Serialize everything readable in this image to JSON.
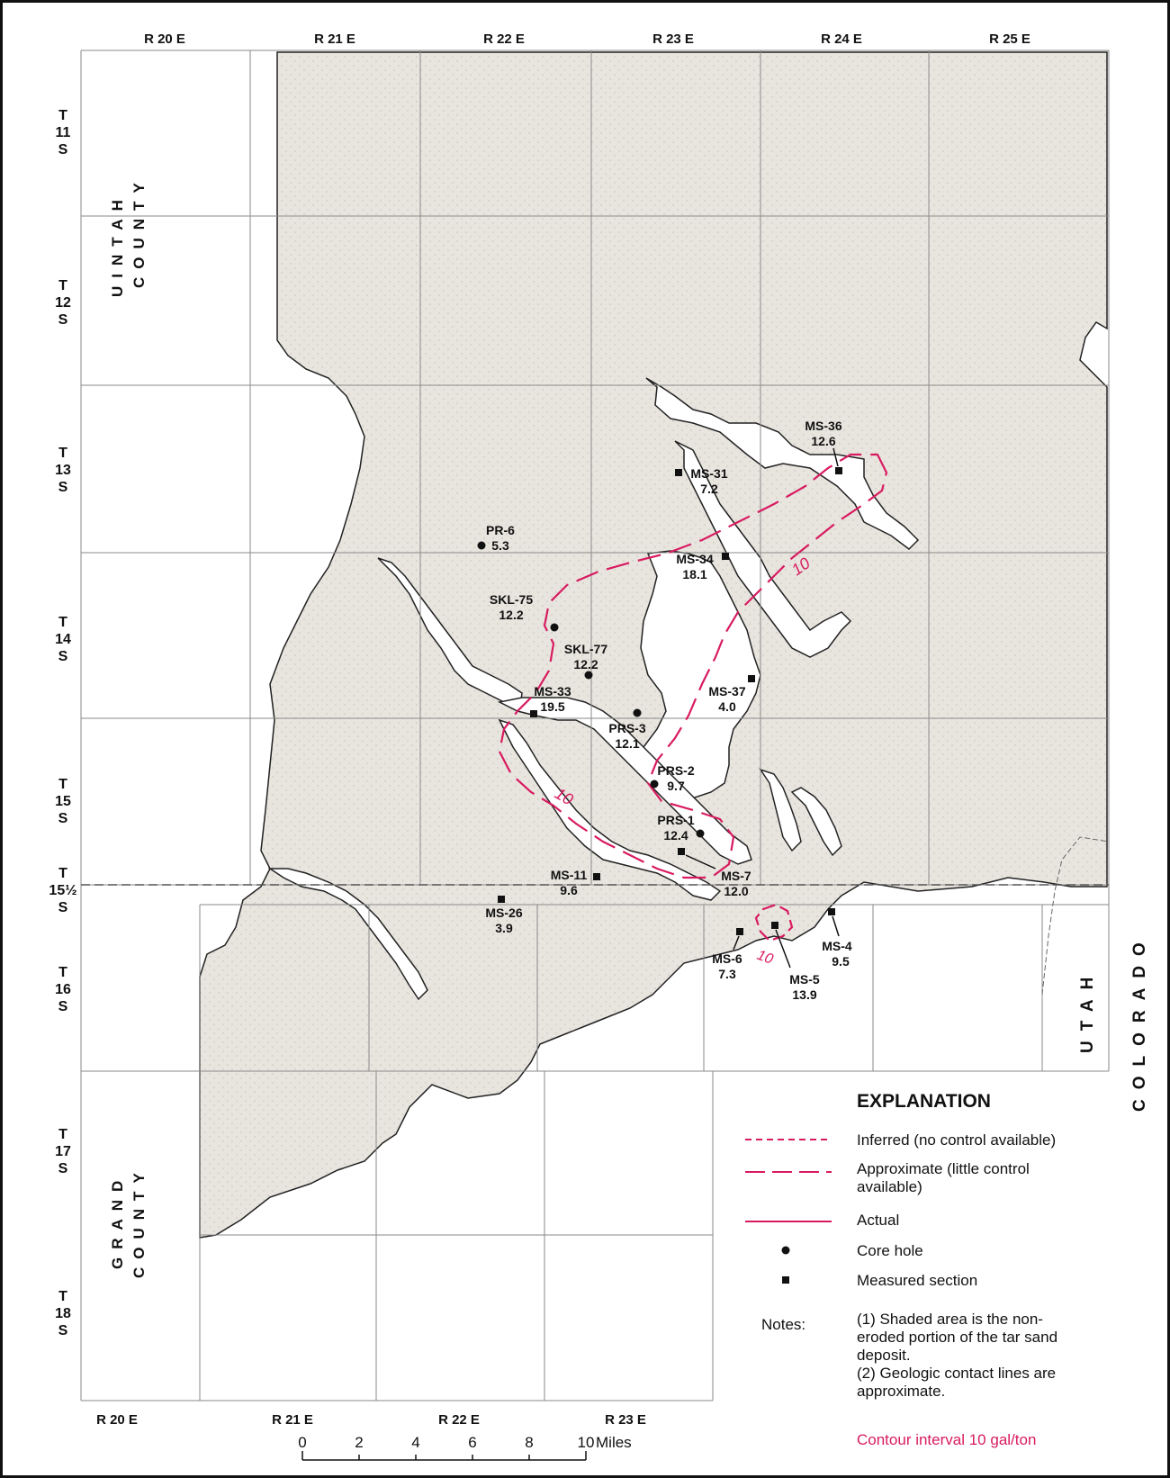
{
  "ranges_top": [
    "R 20 E",
    "R 21 E",
    "R 22 E",
    "R 23 E",
    "R 24 E",
    "R 25 E"
  ],
  "ranges_bottom": [
    "R 20 E",
    "R 21 E",
    "R 22 E",
    "R 23 E"
  ],
  "townships": [
    {
      "t": "T",
      "n": "11",
      "s": "S"
    },
    {
      "t": "T",
      "n": "12",
      "s": "S"
    },
    {
      "t": "T",
      "n": "13",
      "s": "S"
    },
    {
      "t": "T",
      "n": "14",
      "s": "S"
    },
    {
      "t": "T",
      "n": "15",
      "s": "S"
    },
    {
      "t": "T",
      "n": "15½",
      "s": "S"
    },
    {
      "t": "T",
      "n": "16",
      "s": "S"
    },
    {
      "t": "T",
      "n": "17",
      "s": "S"
    },
    {
      "t": "T",
      "n": "18",
      "s": "S"
    }
  ],
  "counties": {
    "uintah": "UINTAH",
    "uintah_county": "COUNTY",
    "grand": "GRAND",
    "grand_county": "COUNTY"
  },
  "states": {
    "utah": "UTAH",
    "colorado": "COLORADO"
  },
  "sites": [
    {
      "id": "MS-36",
      "value": "12.6",
      "kind": "measured"
    },
    {
      "id": "MS-31",
      "value": "7.2",
      "kind": "measured"
    },
    {
      "id": "PR-6",
      "value": "5.3",
      "kind": "core"
    },
    {
      "id": "MS-34",
      "value": "18.1",
      "kind": "measured"
    },
    {
      "id": "SKL-75",
      "value": "12.2",
      "kind": "core"
    },
    {
      "id": "SKL-77",
      "value": "12.2",
      "kind": "core"
    },
    {
      "id": "MS-33",
      "value": "19.5",
      "kind": "measured"
    },
    {
      "id": "MS-37",
      "value": "4.0",
      "kind": "measured"
    },
    {
      "id": "PRS-3",
      "value": "12.1",
      "kind": "core"
    },
    {
      "id": "PRS-2",
      "value": "9.7",
      "kind": "core"
    },
    {
      "id": "PRS-1",
      "value": "12.4",
      "kind": "core"
    },
    {
      "id": "MS-11",
      "value": "9.6",
      "kind": "measured"
    },
    {
      "id": "MS-7",
      "value": "12.0",
      "kind": "measured"
    },
    {
      "id": "MS-26",
      "value": "3.9",
      "kind": "measured"
    },
    {
      "id": "MS-6",
      "value": "7.3",
      "kind": "measured"
    },
    {
      "id": "MS-5",
      "value": "13.9",
      "kind": "measured"
    },
    {
      "id": "MS-4",
      "value": "9.5",
      "kind": "measured"
    }
  ],
  "contour_labels": [
    "10",
    "10",
    "10"
  ],
  "legend": {
    "title": "EXPLANATION",
    "inferred": "Inferred (no control available)",
    "approximate_1": "Approximate (little control",
    "approximate_2": "available)",
    "actual": "Actual",
    "core_hole": "Core hole",
    "measured_section": "Measured section",
    "notes_label": "Notes:",
    "note1_1": "(1) Shaded area is the non-",
    "note1_2": "eroded portion of the tar sand",
    "note1_3": "deposit.",
    "note2_1": "(2) Geologic contact lines are",
    "note2_2": "approximate.",
    "contour_interval": "Contour interval 10 gal/ton"
  },
  "scale": {
    "ticks": [
      "0",
      "2",
      "4",
      "6",
      "8",
      "10"
    ],
    "unit": "Miles"
  },
  "colors": {
    "shade": "#e7e4de",
    "contour": "#d81b60",
    "grid": "#8a8a8a"
  }
}
